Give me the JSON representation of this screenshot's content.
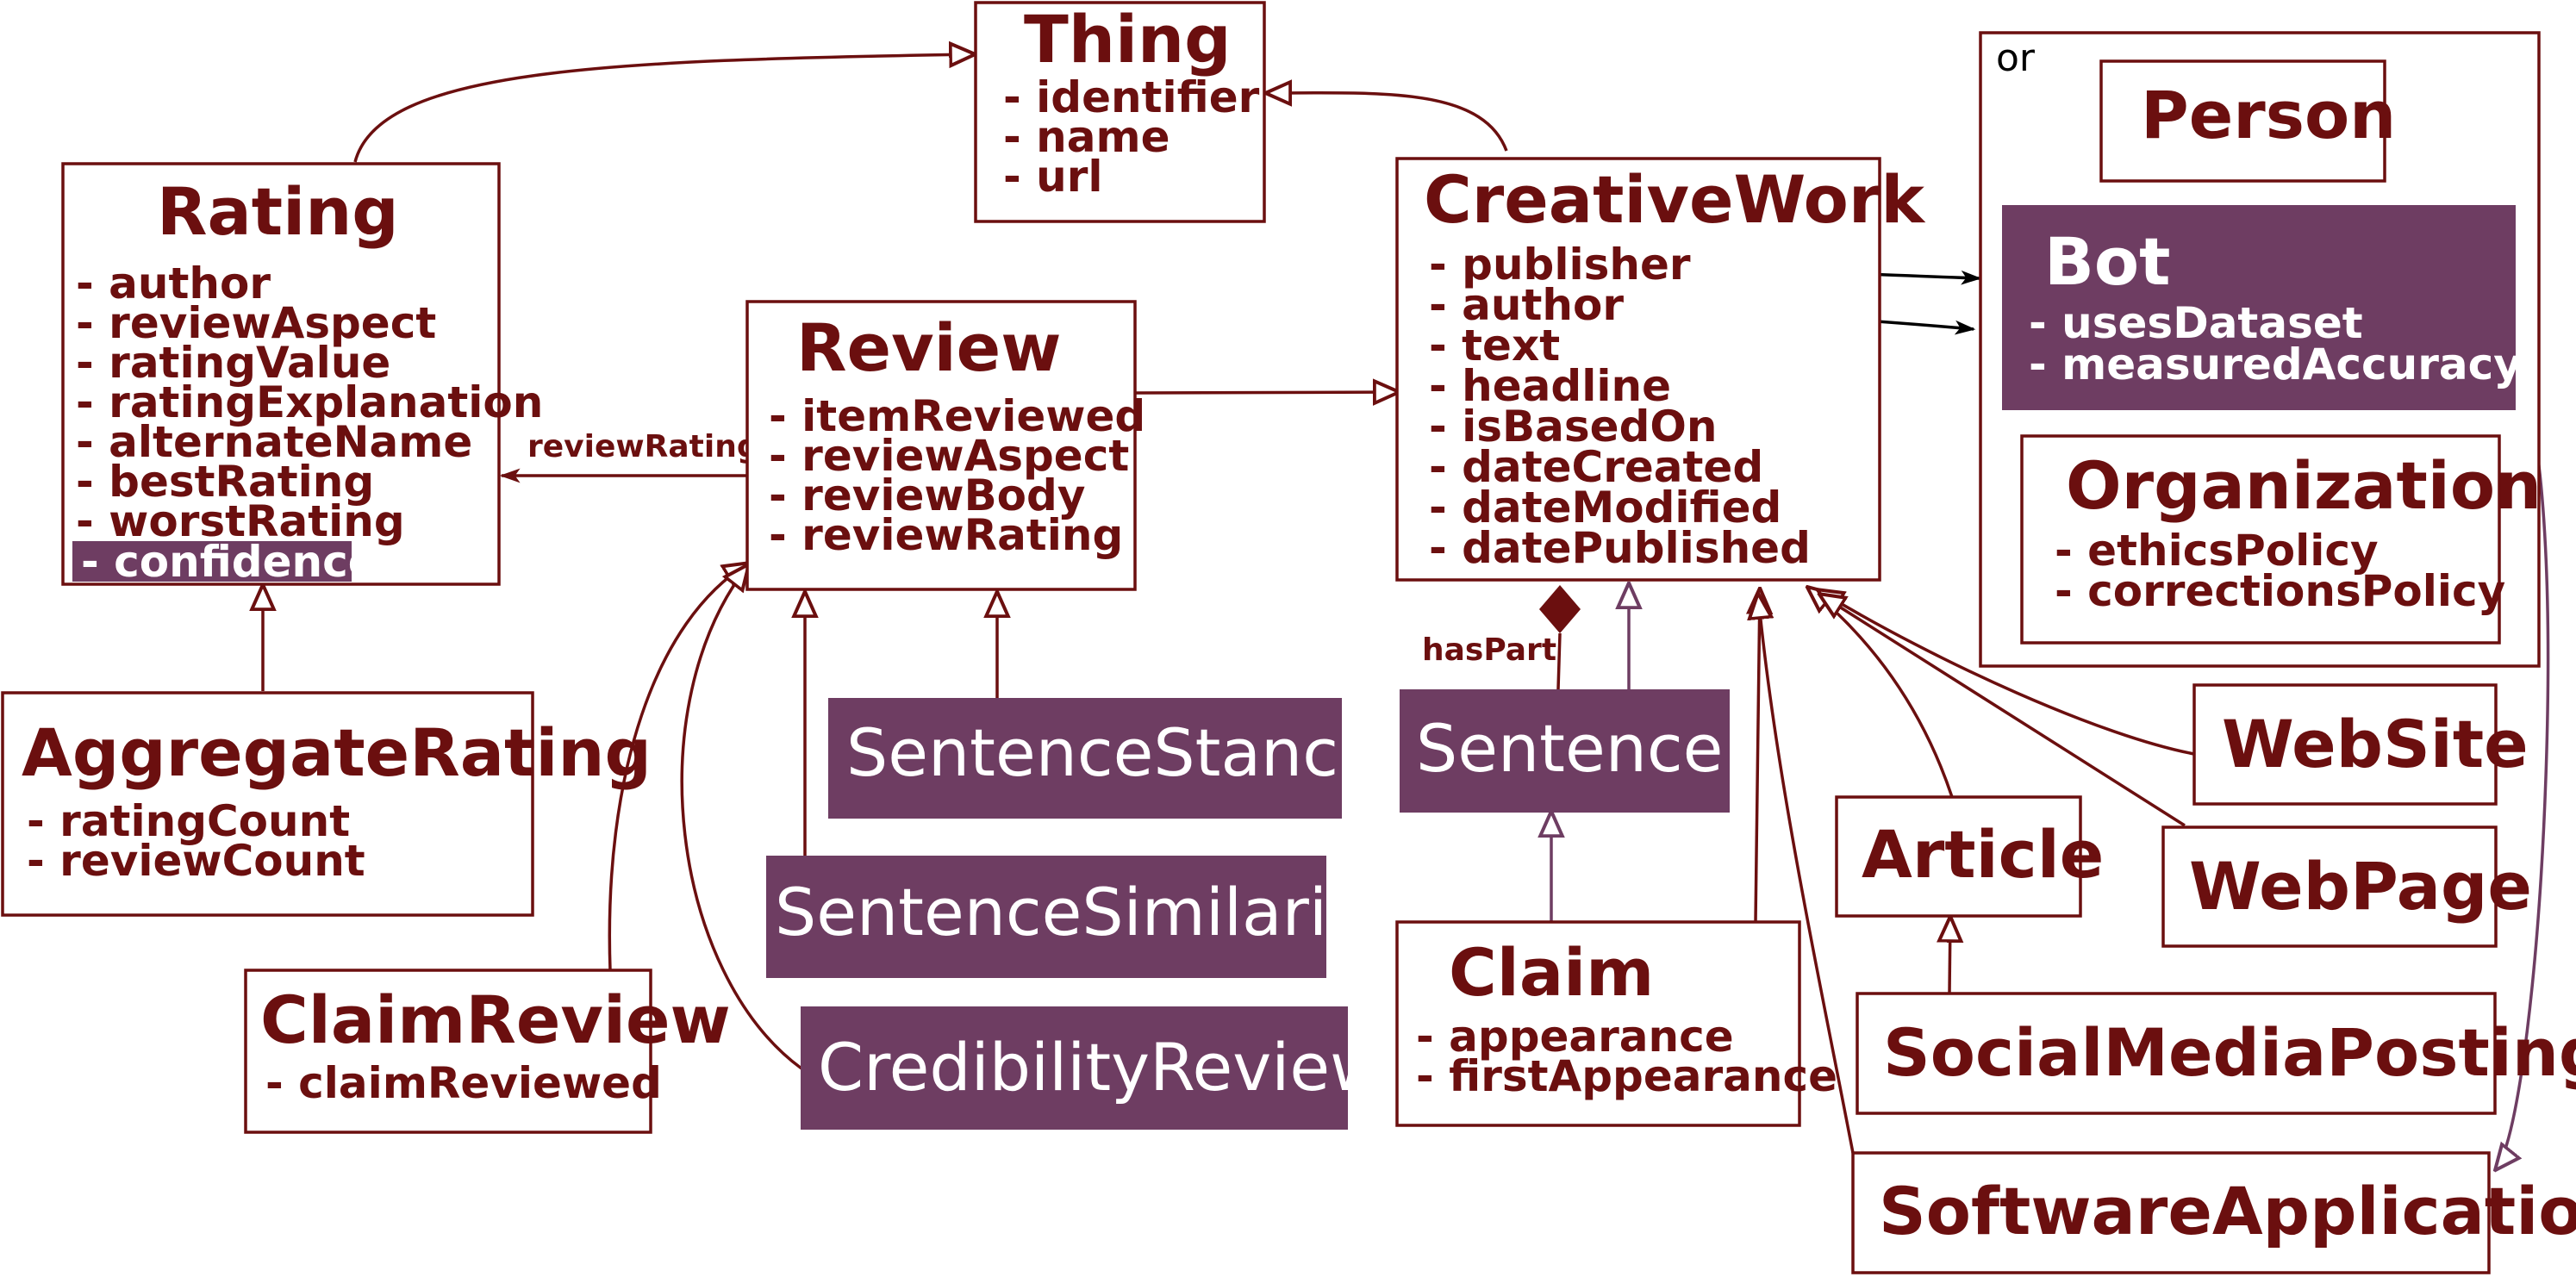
{
  "diagram": {
    "or_label": "or",
    "classes": {
      "thing": {
        "title": "Thing",
        "attrs": [
          "- identifier",
          "- name",
          "- url"
        ]
      },
      "rating": {
        "title": "Rating",
        "attrs": [
          "- author",
          "- reviewAspect",
          "- ratingValue",
          "- ratingExplanation",
          "- alternateName",
          "- bestRating",
          "- worstRating"
        ],
        "highlight_attr": "- confidence"
      },
      "review": {
        "title": "Review",
        "attrs": [
          "- itemReviewed",
          "- reviewAspect",
          "- reviewBody",
          "- reviewRating"
        ]
      },
      "creative_work": {
        "title": "CreativeWork",
        "attrs": [
          "- publisher",
          "- author",
          "- text",
          "- headline",
          "- isBasedOn",
          "- dateCreated",
          "- dateModified",
          "- datePublished"
        ]
      },
      "person": {
        "title": "Person",
        "attrs": []
      },
      "bot": {
        "title": "Bot",
        "attrs": [
          "- usesDataset",
          "- measuredAccuracy"
        ]
      },
      "organization": {
        "title": "Organization",
        "attrs": [
          "- ethicsPolicy",
          "- correctionsPolicy"
        ]
      },
      "aggregate_rating": {
        "title": "AggregateRating",
        "attrs": [
          "- ratingCount",
          "- reviewCount"
        ]
      },
      "claim_review": {
        "title": "ClaimReview",
        "attrs": [
          "- claimReviewed"
        ]
      },
      "sentence_stance": {
        "title": "SentenceStance",
        "attrs": []
      },
      "sentence_similarity": {
        "title": "SentenceSimilarity",
        "attrs": []
      },
      "credibility_review": {
        "title": "CredibilityReview",
        "attrs": []
      },
      "sentence": {
        "title": "Sentence",
        "attrs": []
      },
      "claim": {
        "title": "Claim",
        "attrs": [
          "- appearance",
          "- firstAppearance"
        ]
      },
      "article": {
        "title": "Article",
        "attrs": []
      },
      "website": {
        "title": "WebSite",
        "attrs": []
      },
      "webpage": {
        "title": "WebPage",
        "attrs": []
      },
      "social_media_posting": {
        "title": "SocialMediaPosting",
        "attrs": []
      },
      "software_application": {
        "title": "SoftwareApplication",
        "attrs": []
      }
    },
    "edge_labels": {
      "review_rating": "reviewRating",
      "has_part": "hasPart"
    }
  },
  "colors": {
    "dark_red": "#6b0f0f",
    "purple": "#6e3d62",
    "white": "#ffffff",
    "black": "#000000"
  }
}
